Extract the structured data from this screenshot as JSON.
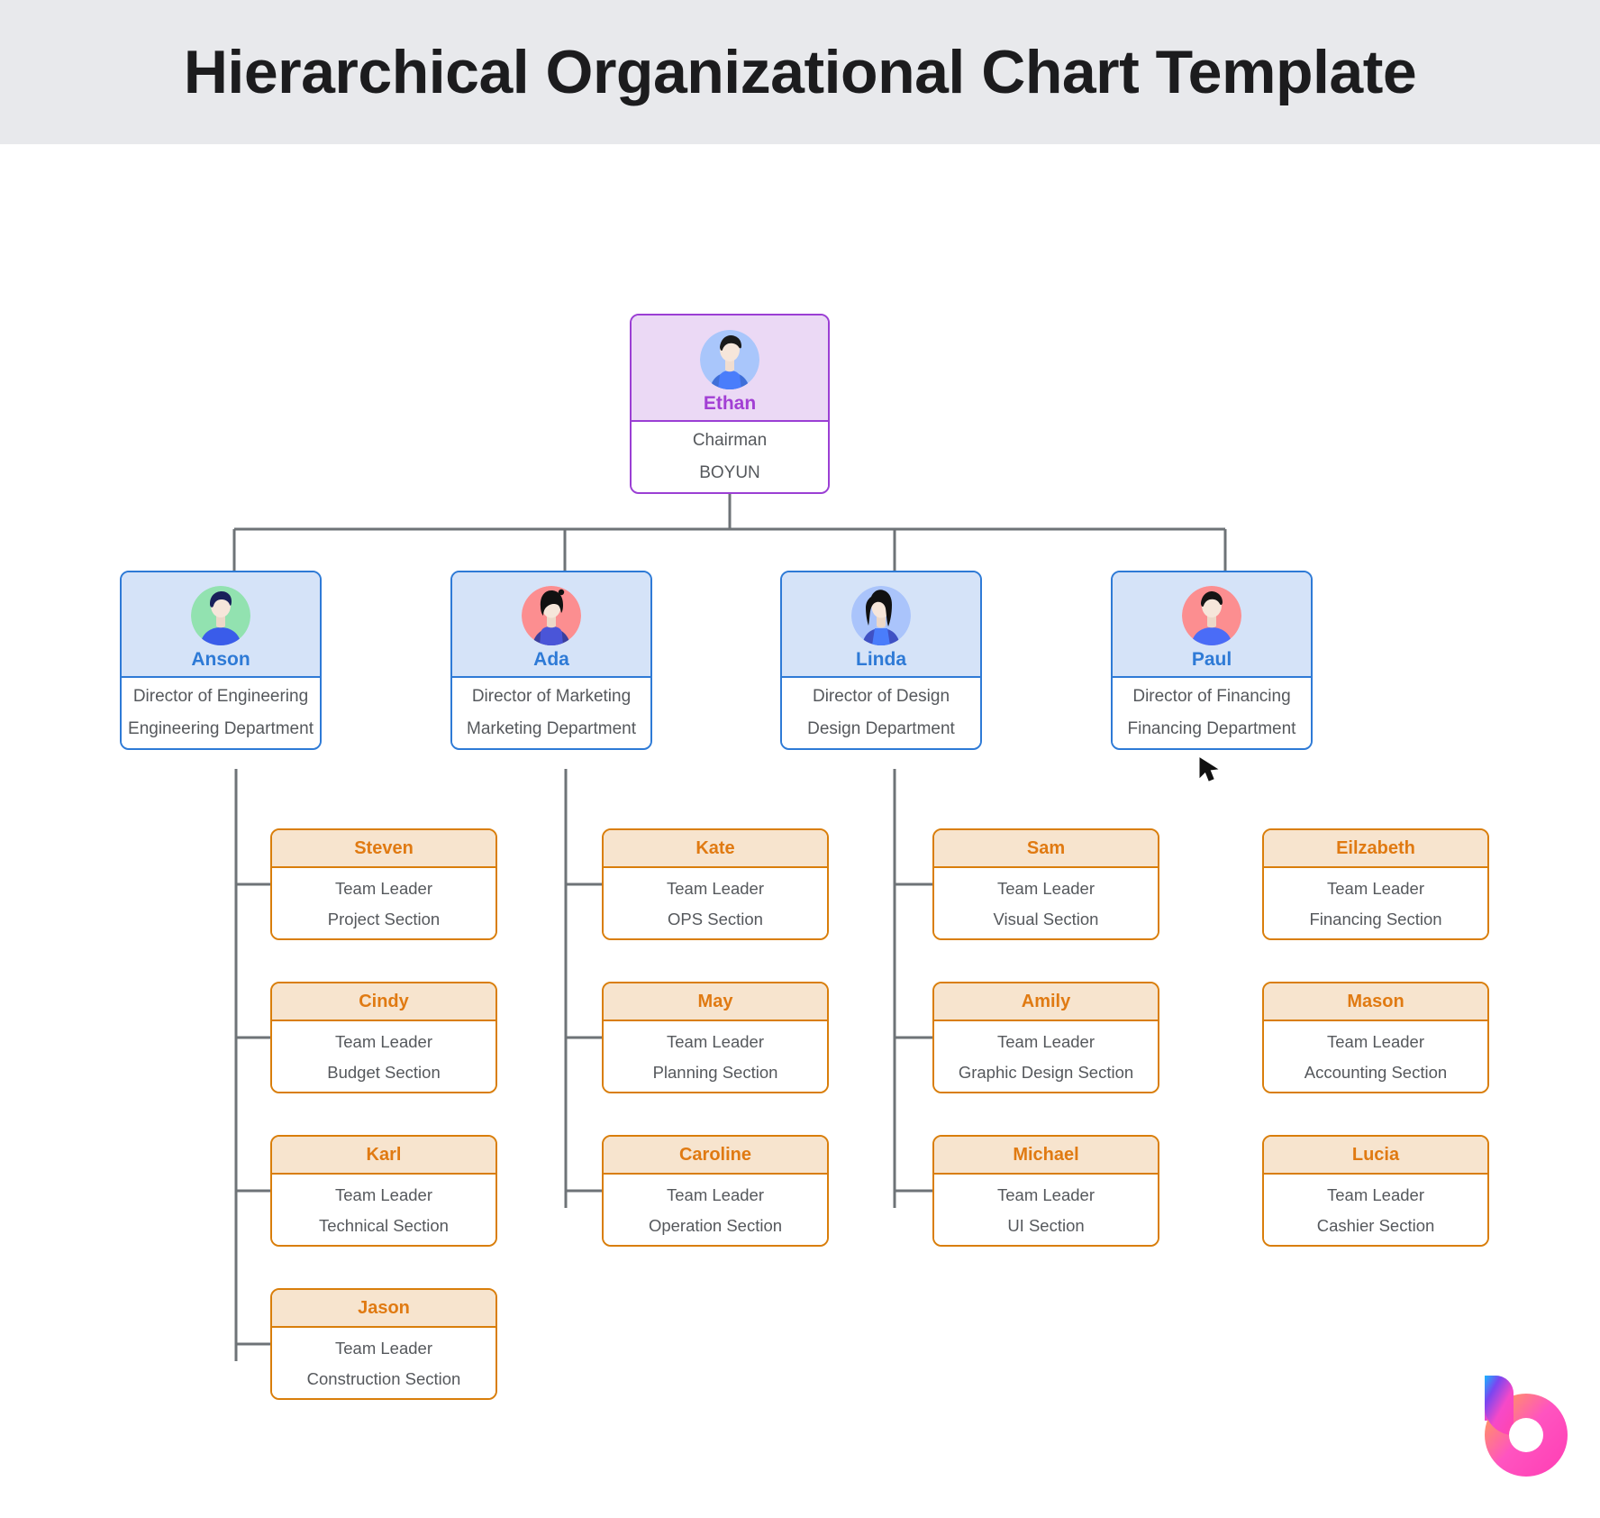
{
  "page": {
    "title": "Hierarchical Organizational Chart Template",
    "background": "#ffffff",
    "title_band_color": "#e8e9ec"
  },
  "colors": {
    "root_border": "#9b3fd4",
    "root_header_fill": "#ebd9f5",
    "root_name": "#a23fd4",
    "director_border": "#2e7ad6",
    "director_header_fill": "#d5e3f8",
    "director_name": "#2e7ad6",
    "leader_border": "#d97e0b",
    "leader_header_fill": "#f7e4ce",
    "leader_name": "#e07a12",
    "connector_line": "#6e7377",
    "body_text": "#55585c"
  },
  "chart_data": {
    "type": "tree",
    "title": "Hierarchical Organizational Chart Template",
    "root": {
      "name": "Ethan",
      "title": "Chairman",
      "org": "BOYUN",
      "avatar": "avatar-man-blue",
      "level": "root"
    },
    "directors": [
      {
        "name": "Anson",
        "title": "Director of Engineering",
        "org": "Engineering Department",
        "avatar": "avatar-man-green",
        "level": "director",
        "reports": [
          {
            "name": "Steven",
            "title": "Team Leader",
            "org": "Project Section"
          },
          {
            "name": "Cindy",
            "title": "Team Leader",
            "org": "Budget Section"
          },
          {
            "name": "Karl",
            "title": "Team Leader",
            "org": "Technical Section"
          },
          {
            "name": "Jason",
            "title": "Team Leader",
            "org": "Construction Section"
          }
        ]
      },
      {
        "name": "Ada",
        "title": "Director of Marketing",
        "org": "Marketing Department",
        "avatar": "avatar-woman-pink",
        "level": "director",
        "reports": [
          {
            "name": "Kate",
            "title": "Team Leader",
            "org": "OPS Section"
          },
          {
            "name": "May",
            "title": "Team Leader",
            "org": "Planning Section"
          },
          {
            "name": "Caroline",
            "title": "Team Leader",
            "org": "Operation Section"
          }
        ]
      },
      {
        "name": "Linda",
        "title": "Director of Design",
        "org": "Design Department",
        "avatar": "avatar-woman-blue",
        "level": "director",
        "reports": [
          {
            "name": "Sam",
            "title": "Team Leader",
            "org": "Visual Section"
          },
          {
            "name": "Amily",
            "title": "Team Leader",
            "org": "Graphic Design Section"
          },
          {
            "name": "Michael",
            "title": "Team Leader",
            "org": "UI Section"
          }
        ]
      },
      {
        "name": "Paul",
        "title": "Director of Financing",
        "org": "Financing Department",
        "avatar": "avatar-man-pink",
        "level": "director",
        "reports": [
          {
            "name": "Eilzabeth",
            "title": "Team Leader",
            "org": "Financing Section"
          },
          {
            "name": "Mason",
            "title": "Team Leader",
            "org": "Accounting Section"
          },
          {
            "name": "Lucia",
            "title": "Team Leader",
            "org": "Cashier Section"
          }
        ]
      }
    ]
  },
  "watermark": {
    "icon": "boardmix-b-logo"
  },
  "pointer": {
    "icon": "mouse-cursor-arrow"
  }
}
